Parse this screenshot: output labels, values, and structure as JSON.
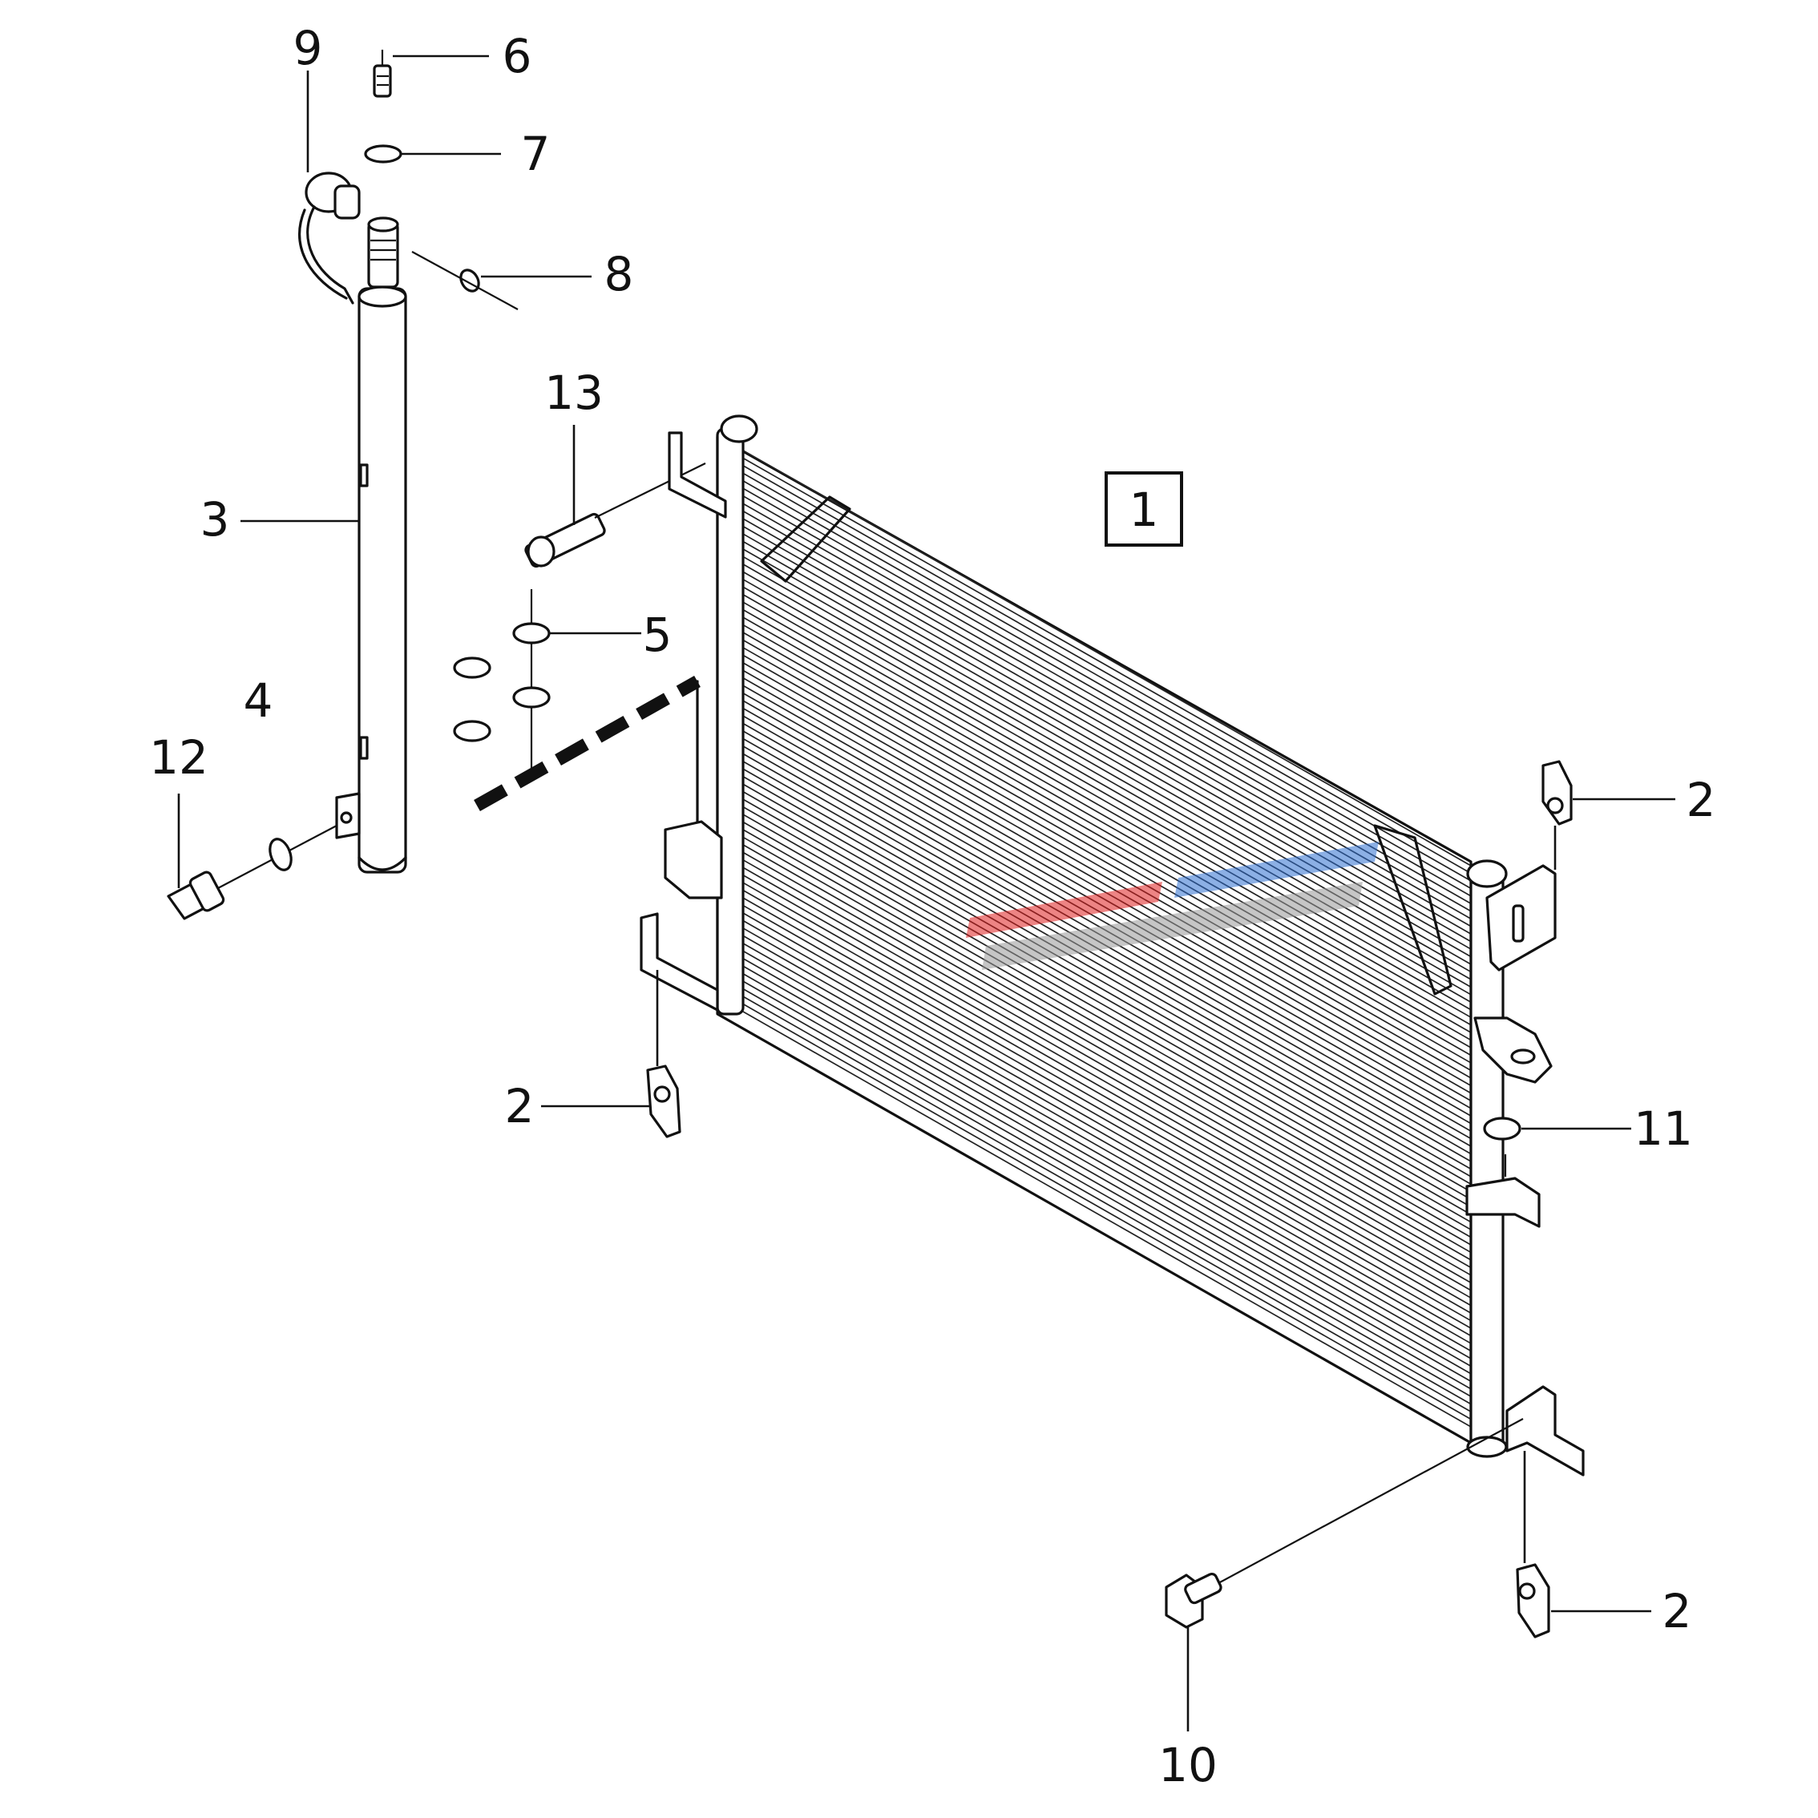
{
  "diagram": {
    "assembly_ref": "1",
    "callouts": [
      {
        "id": "c6",
        "text": "6"
      },
      {
        "id": "c7",
        "text": "7"
      },
      {
        "id": "c8",
        "text": "8"
      },
      {
        "id": "c9",
        "text": "9"
      },
      {
        "id": "c3",
        "text": "3"
      },
      {
        "id": "c13",
        "text": "13"
      },
      {
        "id": "c5",
        "text": "5"
      },
      {
        "id": "c4",
        "text": "4"
      },
      {
        "id": "c12",
        "text": "12"
      },
      {
        "id": "c2a",
        "text": "2"
      },
      {
        "id": "c2b",
        "text": "2"
      },
      {
        "id": "c2c",
        "text": "2"
      },
      {
        "id": "c11",
        "text": "11"
      },
      {
        "id": "c10",
        "text": "10"
      }
    ]
  },
  "colors": {
    "ink": "#111111",
    "background": "#ffffff"
  }
}
